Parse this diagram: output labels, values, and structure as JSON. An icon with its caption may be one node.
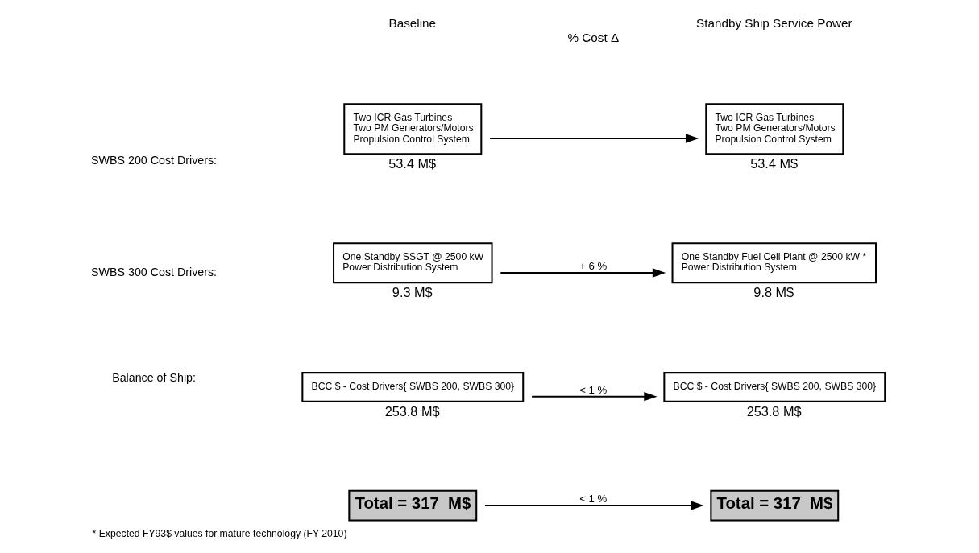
{
  "diagram": {
    "caption": "* Expected FY93$ values for mature technology (FY 2010)",
    "nodes": [
      {
        "text": [
          "Two ICR Gas Turbines",
          "Two PM Generators/Motors",
          "Propulsion Control System"
        ],
        "beside": [
          "53.4 M$"
        ]
      },
      {
        "text": [
          "Two ICR Gas Turbines",
          "Two PM Generators/Motors",
          "Propulsion Control System"
        ],
        "beside": [
          "53.4 M$"
        ]
      },
      {
        "text": [
          "One Standby SSGT @ 2500 kW",
          "Power Distribution System"
        ],
        "beside": [
          "9.3 M$"
        ]
      },
      {
        "text": [
          "One Standby Fuel Cell Plant @ 2500 kW *",
          "Power Distribution System"
        ],
        "beside": [
          "9.8 M$"
        ]
      },
      {
        "text": [
          "BCC $ - Cost Drivers{ SWBS 200, SWBS 300}"
        ],
        "beside": [
          "253.8 M$"
        ]
      },
      {
        "text": [
          "BCC $ - Cost Drivers{ SWBS 200, SWBS 300}"
        ],
        "beside": [
          "253.8 M$"
        ]
      },
      {
        "text": [
          "Total = 317  M$"
        ]
      },
      {
        "text": [
          "Total = 317  M$"
        ]
      }
    ],
    "edges": [
      {
        "from": 0,
        "to": 1,
        "arrow": "to"
      },
      {
        "from": 2,
        "to": 3,
        "arrow": "to",
        "label": "+ 6 %"
      },
      {
        "from": 4,
        "to": 5,
        "arrow": "to",
        "label": "< 1 %"
      },
      {
        "from": 6,
        "to": 7,
        "arrow": "to",
        "label": "< 1 %"
      }
    ],
    "labels": [
      "Baseline",
      "% Cost Δ",
      "Standby Ship Service Power",
      "SWBS 200 Cost Drivers:",
      "SWBS 300 Cost Drivers:",
      "Balance of Ship:"
    ]
  }
}
